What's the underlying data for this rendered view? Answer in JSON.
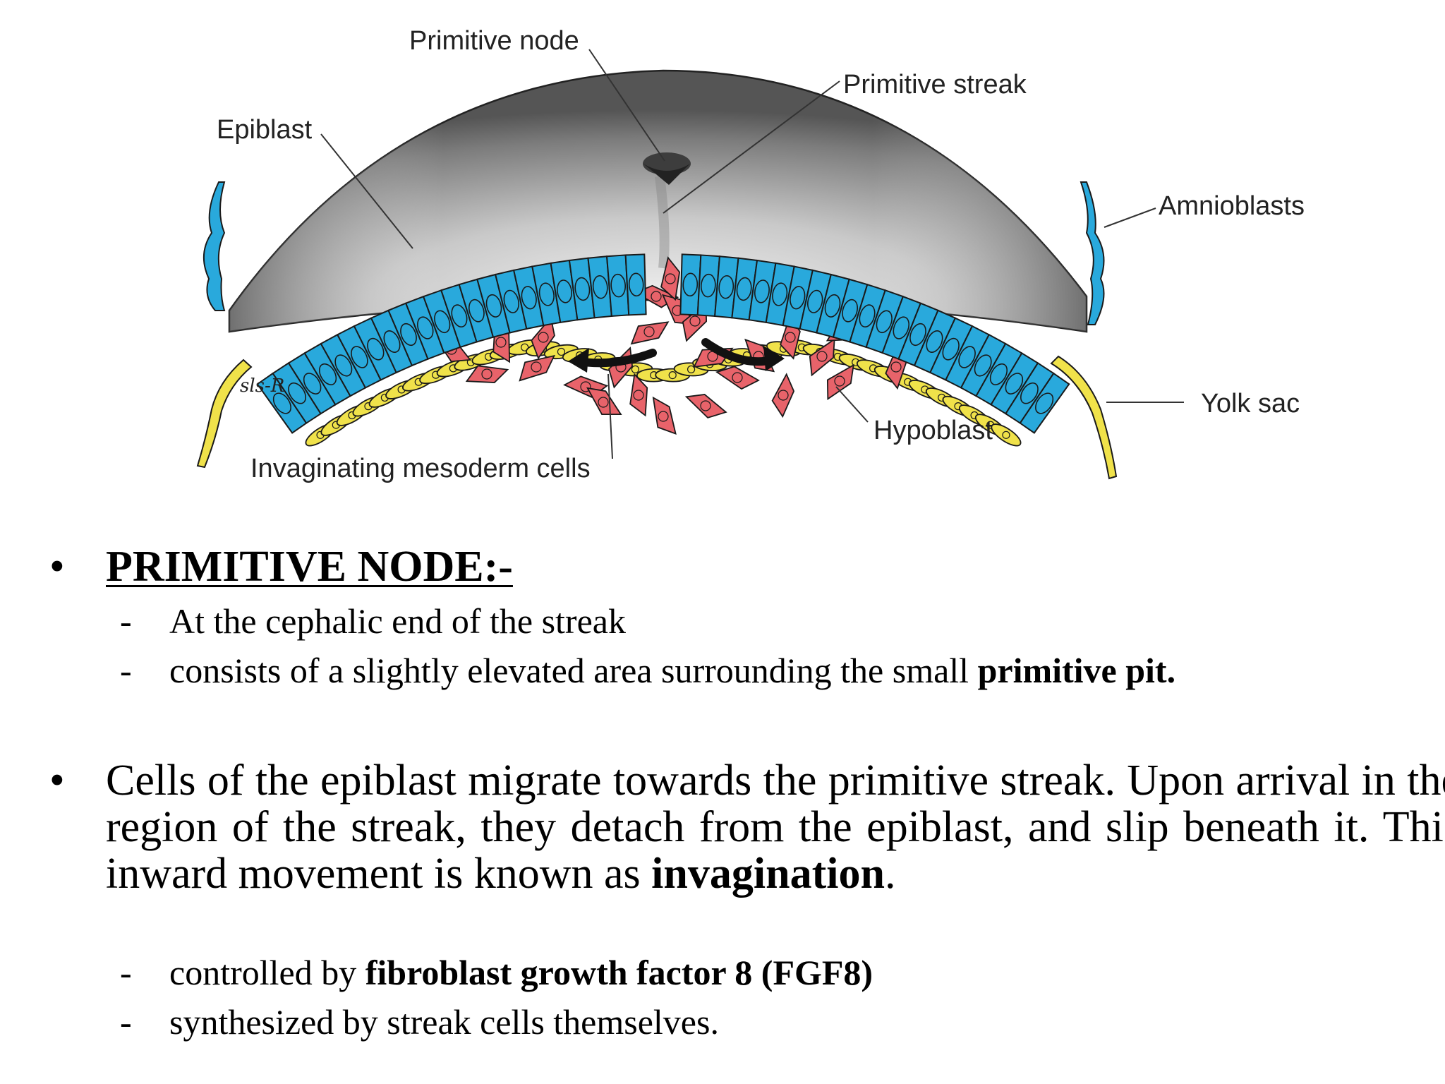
{
  "diagram": {
    "labels": {
      "primitive_node": "Primitive node",
      "primitive_streak": "Primitive streak",
      "epiblast": "Epiblast",
      "amnioblasts": "Amnioblasts",
      "yolk_sac": "Yolk sac",
      "hypoblast": "Hypoblast",
      "invaginating_mesoderm": "Invaginating mesoderm cells",
      "signature": "sls-R"
    },
    "colors": {
      "epiblast": "#29a9dc",
      "mesoderm": "#e8636a",
      "hypoblast": "#f0e24a",
      "amnion_shading": "#7a7a7a"
    }
  },
  "bullet1": {
    "heading": "PRIMITIVE NODE:-",
    "items": [
      {
        "dash": "-",
        "text": "At the cephalic end of the streak"
      },
      {
        "dash": "-",
        "text_before": "consists of a slightly elevated area surrounding the small ",
        "text_bold": "primitive pit."
      }
    ]
  },
  "bullet2": {
    "text": "Cells of the epiblast migrate towards the primitive streak.  Upon arrival in the region of the streak, they detach from the epiblast, and slip beneath it. This inward movement is known as ",
    "bold": "invagination",
    "tail": ".",
    "items": [
      {
        "dash": "-",
        "text_before": "controlled by ",
        "text_bold": "fibroblast growth factor 8 (FGF8)"
      },
      {
        "dash": "-",
        "text": "synthesized by streak cells themselves."
      }
    ]
  },
  "bullet_symbol": "•"
}
